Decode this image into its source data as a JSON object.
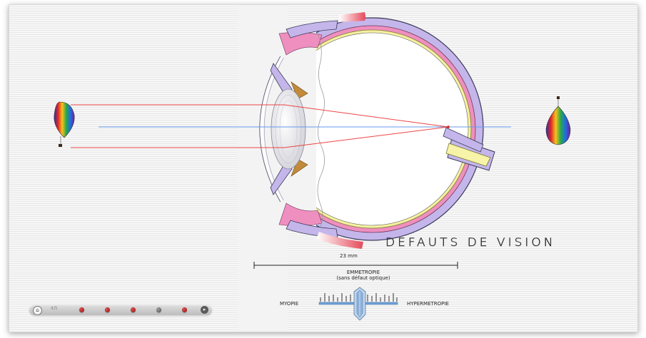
{
  "title": "DEFAUTS DE VISION",
  "axial_length": "23 mm",
  "slider": {
    "current_label_line1": "EMMETROPIE",
    "current_label_line2": "(sans défaut optique)",
    "left_label": "MYOPIE",
    "right_label": "HYPERMETROPIE"
  },
  "nav": {
    "page_indicator": "4/5",
    "home_icon": "home-icon",
    "next_icon": "arrow-right-icon"
  },
  "colors": {
    "ray": "#ee4444",
    "axis": "#6699ee",
    "sclera": "#c4b6ea",
    "choroid": "#ef8fbf",
    "retina": "#f5f0a0",
    "nerve": "#f7f3a8"
  }
}
